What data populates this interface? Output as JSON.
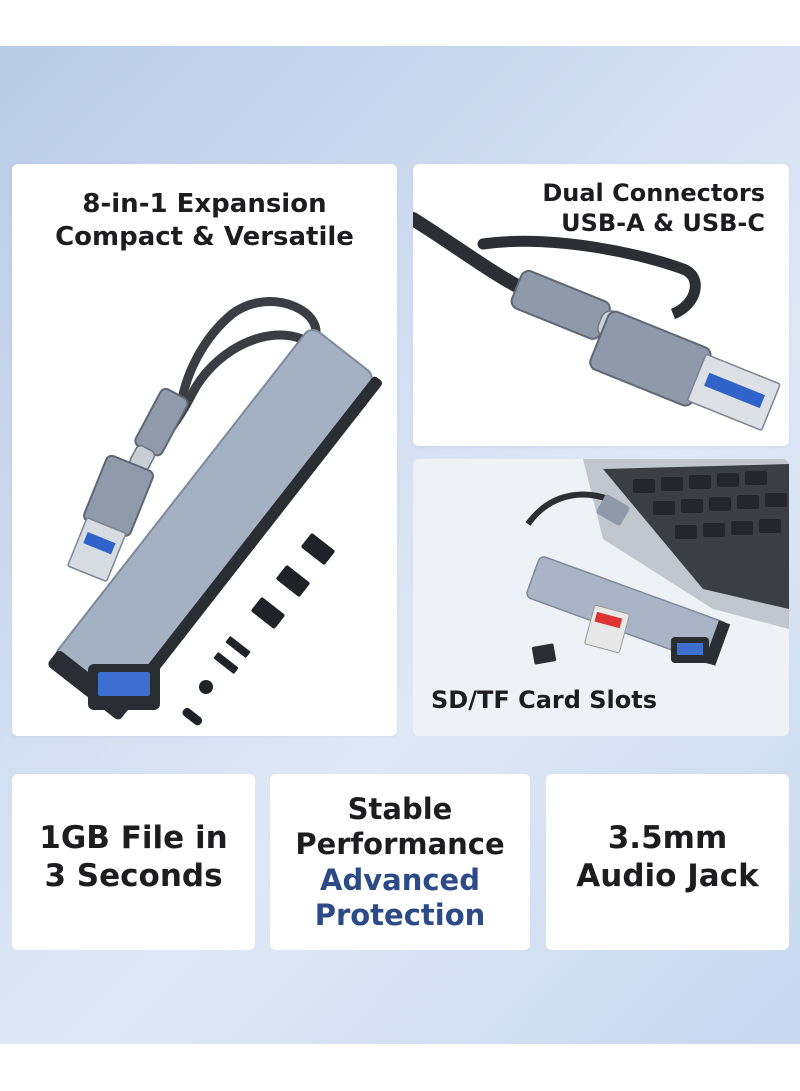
{
  "panels": {
    "expansion": {
      "line1": "8-in-1 Expansion",
      "line2": "Compact &  Versatile"
    },
    "connectors": {
      "line1": "Dual Connectors",
      "line2": "USB-A & USB-C"
    },
    "card_slots": {
      "label": "SD/TF Card Slots"
    }
  },
  "features": {
    "transfer": {
      "line1": "1GB File in",
      "line2": "3 Seconds"
    },
    "stability": {
      "line1": "Stable",
      "line2": "Performance",
      "line3": "Advanced",
      "line4": "Protection"
    },
    "audio": {
      "line1": "3.5mm",
      "line2": "Audio Jack"
    }
  },
  "colors": {
    "background": "#c9d9f0",
    "card": "#ffffff",
    "accent_text": "#2b4a86",
    "hub_body": "#a4b1c3"
  }
}
